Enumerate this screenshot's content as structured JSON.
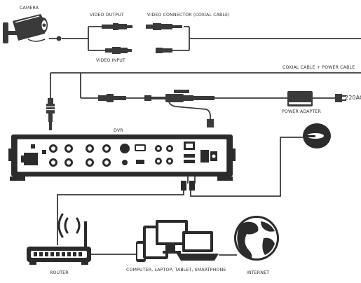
{
  "labels": {
    "camera": "CAMERA",
    "video_output": "VIDEO OUTPUT",
    "video_connector": "VIDEO CONNECTOR (COXIAL CABLE)",
    "video_input": "VIDEO INPUT",
    "coaxial_power": "COXIAL CABLE + POWER CABLE",
    "power_adapter": "POWER ADAPTER",
    "mains": "220AC",
    "dvr": "DVR",
    "router": "ROUTER",
    "devices": "COMPUTER, LAPTOP, TABLET, SMARTPHONE",
    "internet": "INTERNET"
  },
  "colors": {
    "line": "#3a3a3a",
    "dark": "#2b2b2b",
    "background": "#ffffff"
  },
  "icons": [
    "camera-icon",
    "dvr-icon",
    "power-adapter-icon",
    "router-icon",
    "wifi-icon",
    "mouse-icon",
    "computer-icon",
    "laptop-icon",
    "tablet-icon",
    "smartphone-icon",
    "globe-icon"
  ]
}
